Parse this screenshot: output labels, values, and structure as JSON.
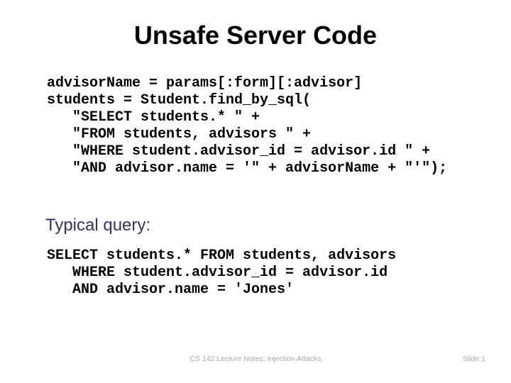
{
  "slide": {
    "title": "Unsafe Server Code",
    "server_code": {
      "language": "ruby",
      "lines": [
        "advisorName = params[:form][:advisor]",
        "students = Student.find_by_sql(",
        "   \"SELECT students.* \" +",
        "   \"FROM students, advisors \" +",
        "   \"WHERE student.advisor_id = advisor.id \" +",
        "   \"AND advisor.name = '\" + advisorName + \"'\");"
      ]
    },
    "query_label": "Typical query:",
    "typical_query": {
      "language": "sql",
      "lines": [
        "SELECT students.* FROM students, advisors",
        "   WHERE student.advisor_id = advisor.id",
        "   AND advisor.name = 'Jones'"
      ]
    },
    "footer": {
      "lecture_notes": "CS 142 Lecture Notes: Injection Attacks",
      "slide_number": "Slide 1"
    }
  },
  "colors": {
    "background": "#ffffff",
    "title_text": "#000000",
    "code_text": "#000000",
    "label_text": "#333366",
    "footer_text": "#a8a8a8"
  }
}
